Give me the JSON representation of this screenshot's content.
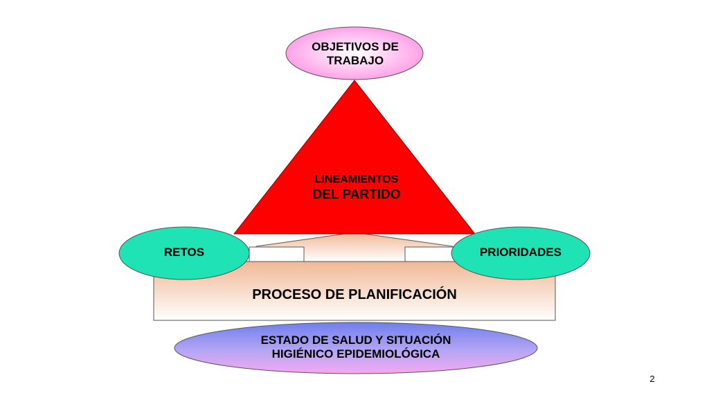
{
  "diagram": {
    "top_goal": {
      "lines": [
        "OBJETIVOS DE",
        "TRABAJO"
      ]
    },
    "pyramid": {
      "line1": "LINEAMIENTOS",
      "line2": "DEL PARTIDO",
      "color": "#ff0000"
    },
    "left_oval": {
      "label": "RETOS"
    },
    "right_oval": {
      "label": "PRIORIDADES"
    },
    "base_box": {
      "label": "PROCESO DE PLANIFICACIÓN"
    },
    "foundation": {
      "lines": [
        "ESTADO DE SALUD Y SITUACIÓN",
        "HIGIÉNICO EPIDEMIOLÓGICA"
      ]
    }
  },
  "colors": {
    "pink_oval": "#ff9ee8",
    "teal_oval": "#1fe3b4",
    "blue_oval": "#7f8cf0",
    "peach_gradient": "#f2c2a6"
  },
  "footer": {
    "slide_number": "2"
  }
}
